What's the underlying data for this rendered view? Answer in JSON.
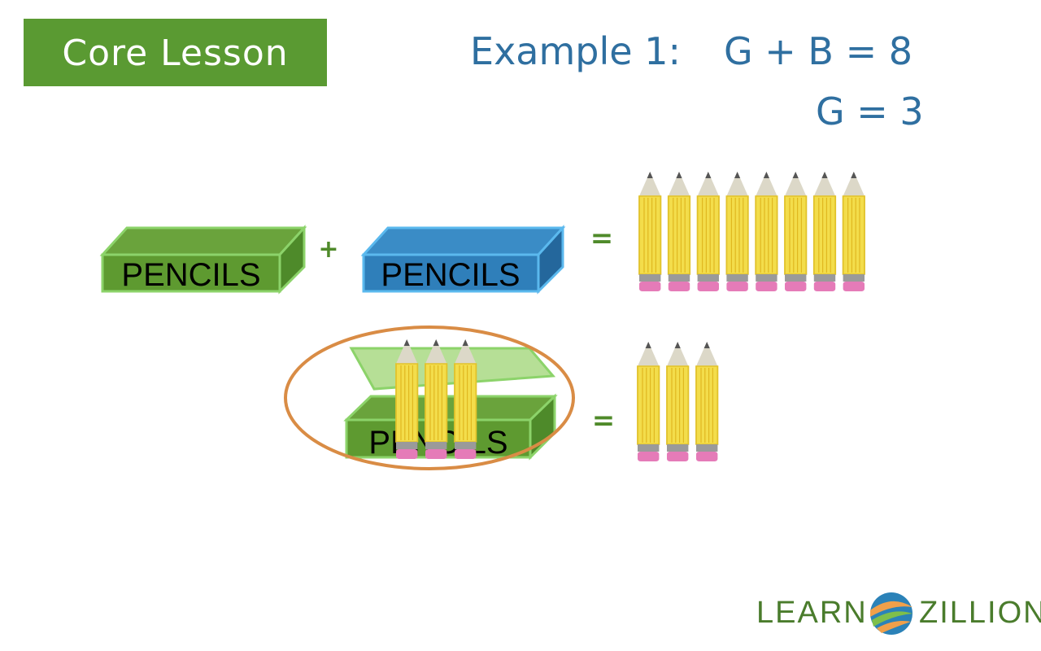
{
  "badge": {
    "label": "Core Lesson",
    "color": "#5a9a32"
  },
  "example": {
    "title": "Example 1:",
    "equation_1": "G + B = 8",
    "equation_2": "G = 3"
  },
  "row1": {
    "green_box_label": "PENCILS",
    "plus": "+",
    "blue_box_label": "PENCILS",
    "equals": "=",
    "pencil_count": 8
  },
  "row2": {
    "open_box_label": "PENCILS",
    "pencils_in_box": 3,
    "equals": "=",
    "pencil_count": 3
  },
  "logo": {
    "left": "LEARN",
    "right": "ZILLION"
  },
  "colors": {
    "green_box": "#6aa33c",
    "blue_box": "#2f7fba",
    "handwriting": "#2f6fa0",
    "circle": "#d98c45",
    "pencil_body": "#f5df4d",
    "eraser": "#e57bb8"
  }
}
